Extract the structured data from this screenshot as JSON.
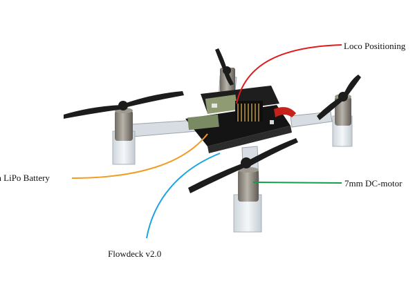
{
  "labels": {
    "loco": "Loco Positioning",
    "battery": "Ah LiPo Battery",
    "motor": "7mm DC-motor",
    "flowdeck": "Flowdeck v2.0"
  },
  "colors": {
    "loco_line": "#e01b1b",
    "battery_line": "#f39c1f",
    "motor_line": "#139c4a",
    "flowdeck_line": "#1aa3e0",
    "propeller": "#1c1c1c",
    "motor_body": "#8e8a82",
    "pcb": "#1a1a1a",
    "deck_module": "#7a8a62"
  }
}
